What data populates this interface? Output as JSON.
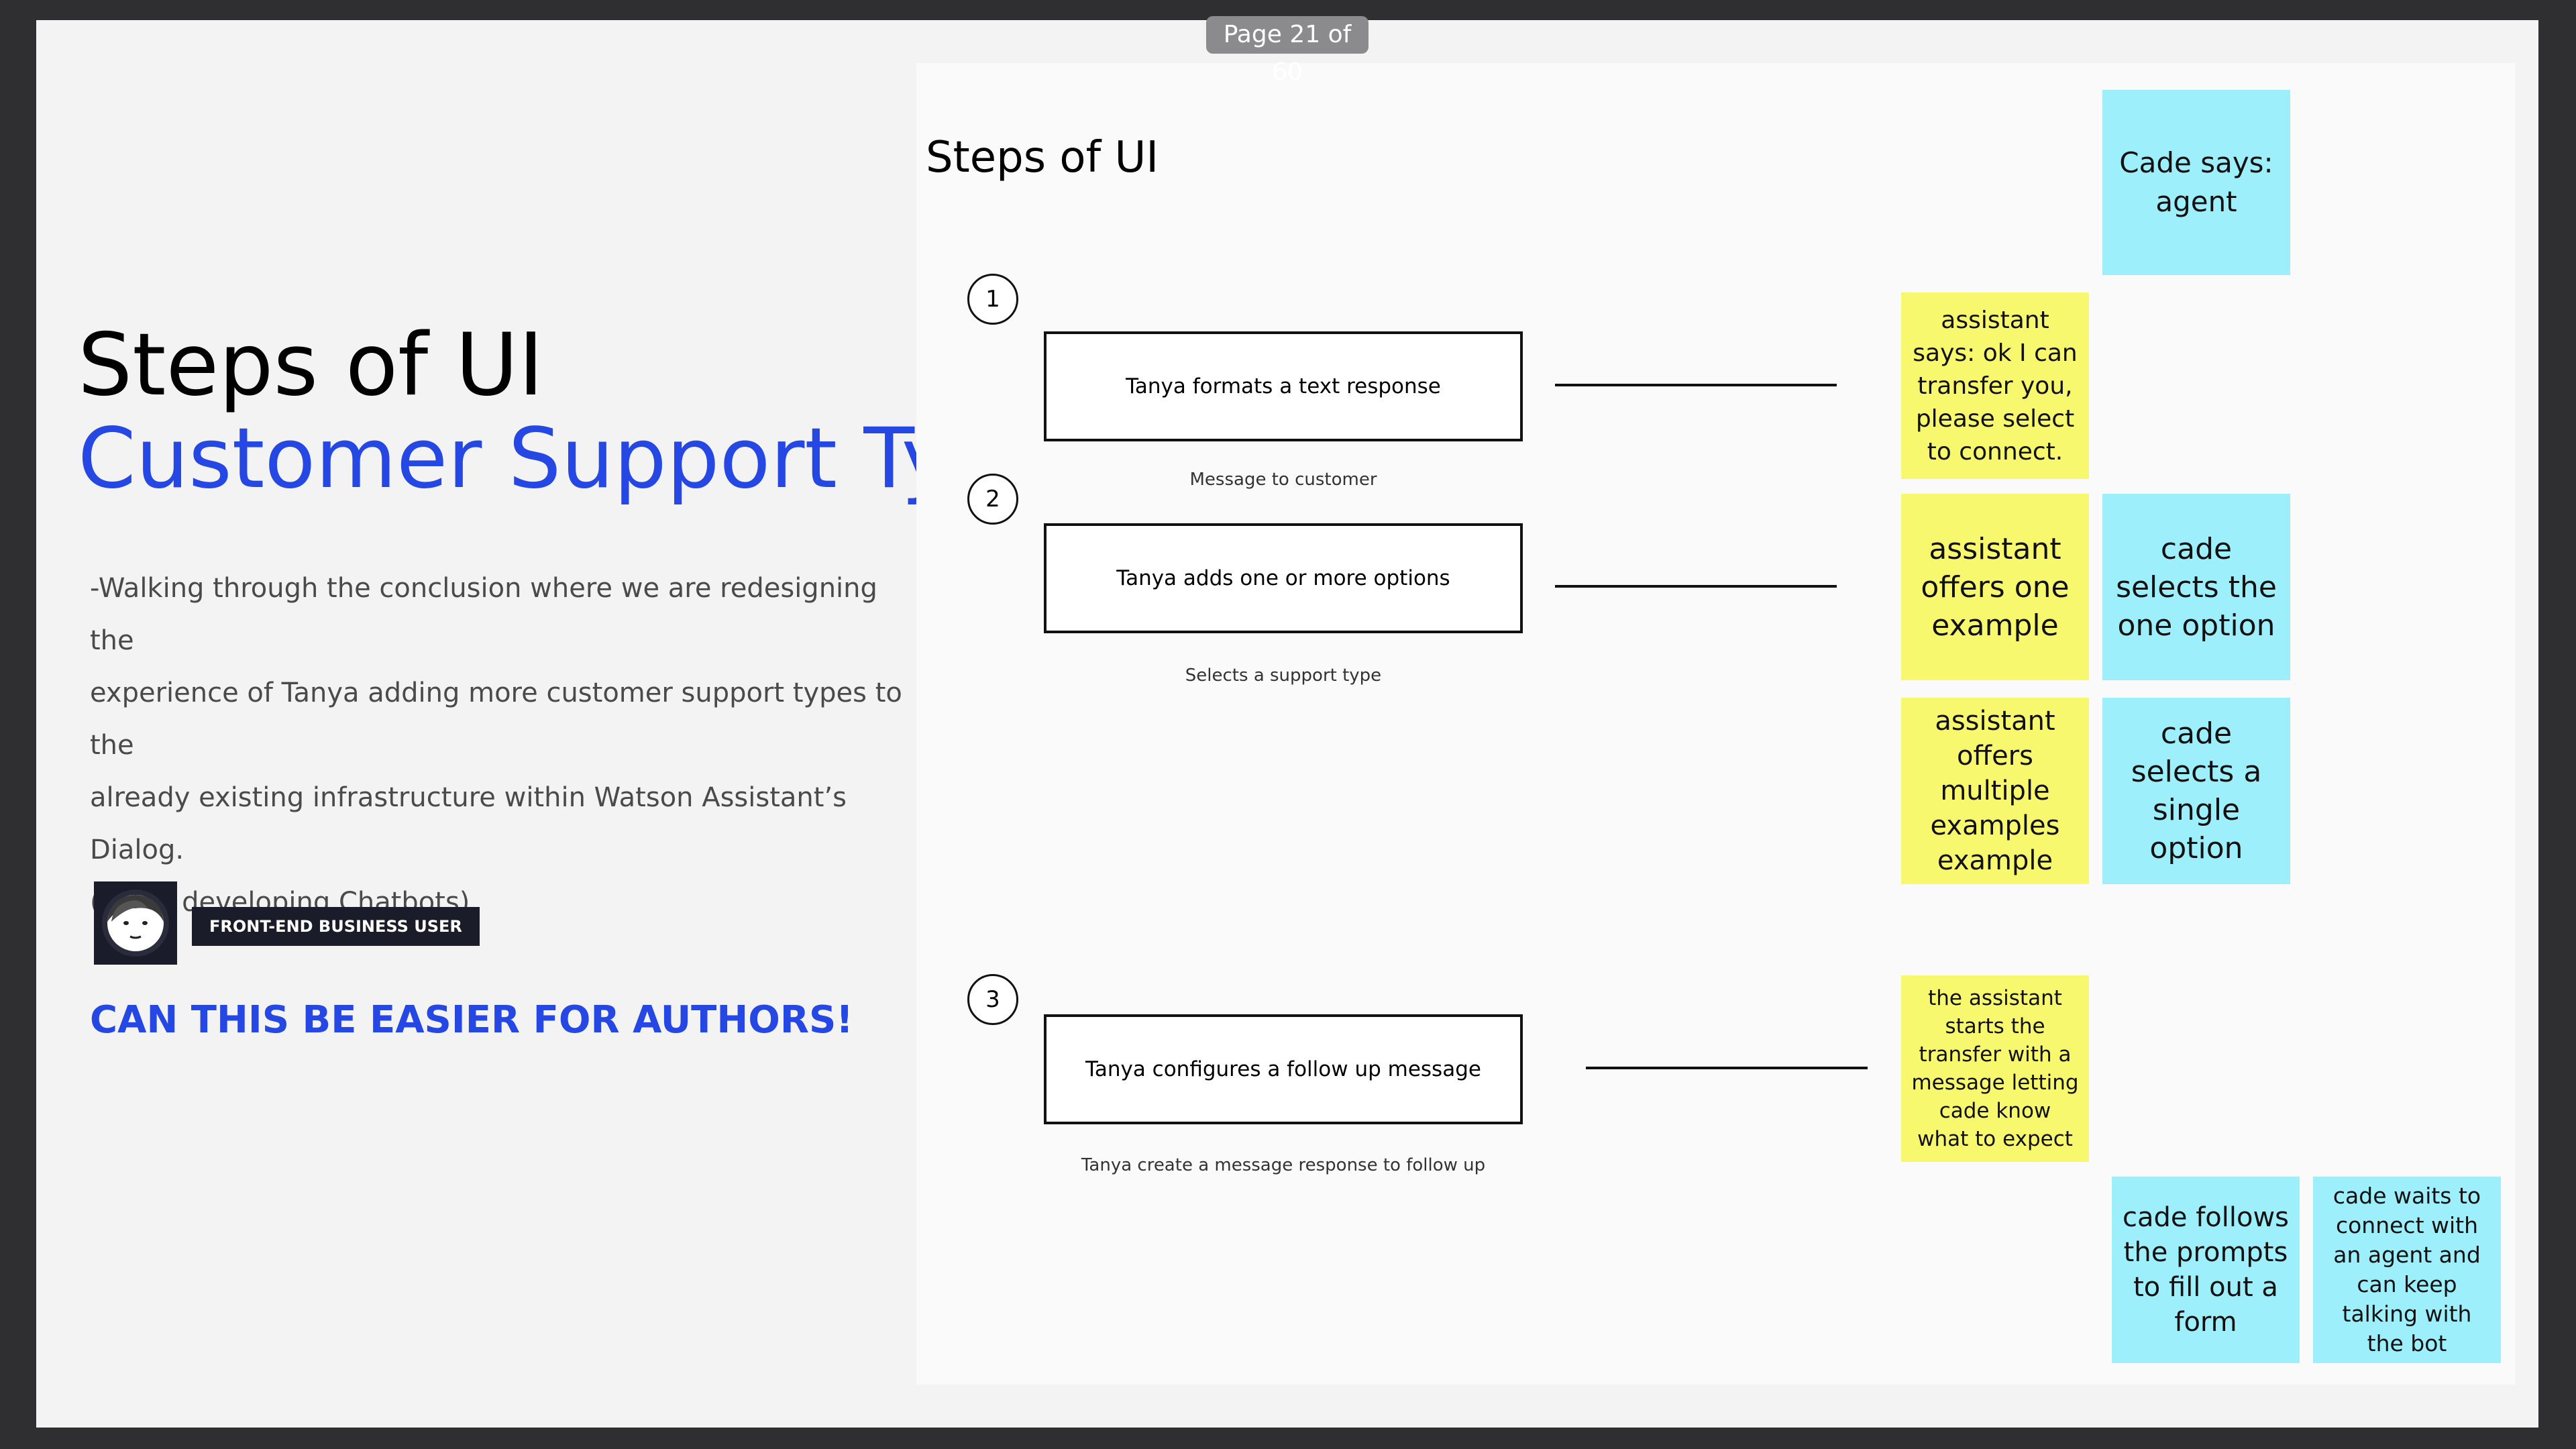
{
  "viewer": {
    "page_indicator": "Page 21 of 60"
  },
  "slide": {
    "title": "Steps of UI",
    "subtitle": "Customer Support Type",
    "description_lines": [
      "-Walking through the conclusion where we are redesigning the",
      "experience of Tanya adding more customer support types to the",
      "already existing infrastructure within Watson Assistant’s Dialog.",
      "(UI for developing Chatbots)"
    ],
    "user_badge": "FRONT-END BUSINESS USER",
    "call_to_action": "CAN THIS BE EASIER FOR AUTHORS!"
  },
  "canvas": {
    "title": "Steps of UI",
    "steps": [
      {
        "number": "1",
        "label": "Tanya formats a text response",
        "caption": "Message to customer"
      },
      {
        "number": "2",
        "label": "Tanya adds one or more options",
        "caption": "Selects a support type"
      },
      {
        "number": "3",
        "label": "Tanya configures a follow up message",
        "caption": "Tanya create a message response to follow up"
      }
    ],
    "stickies": {
      "cade_says": "Cade says: agent",
      "assistant_transfer": "assistant says: ok I can transfer you, please select to connect.",
      "assistant_one_example": "assistant offers one example",
      "cade_selects_one": "cade selects the one option",
      "assistant_multiple_examples": "assistant offers multiple examples example",
      "cade_selects_single": "cade selects a single option",
      "assistant_starts_transfer": "the assistant starts the transfer with a message letting cade know what to expect",
      "cade_follows_prompts": "cade follows the prompts to fill out a form",
      "cade_waits": "cade waits to connect with an agent and can keep talking with the bot"
    },
    "colors": {
      "sticky_yellow": "#f8f86e",
      "sticky_cyan": "#9deffb",
      "accent_blue": "#2547e3"
    }
  }
}
